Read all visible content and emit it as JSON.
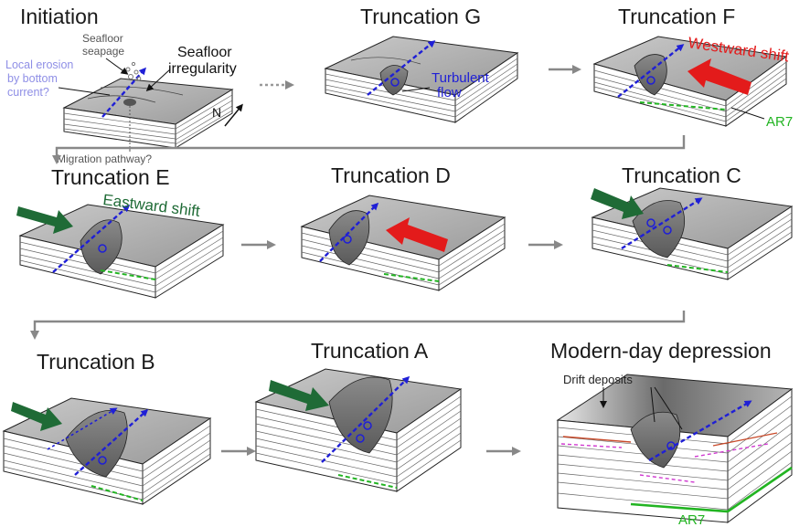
{
  "panels": {
    "initiation": "Initiation",
    "truncation_g": "Truncation G",
    "truncation_f": "Truncation F",
    "truncation_e": "Truncation E",
    "truncation_d": "Truncation D",
    "truncation_c": "Truncation C",
    "truncation_b": "Truncation B",
    "truncation_a": "Truncation A",
    "modern": "Modern-day depression"
  },
  "labels": {
    "seafloor_seapage_1": "Seafloor",
    "seafloor_seapage_2": "seapage",
    "seafloor_irregularity_1": "Seafloor",
    "seafloor_irregularity_2": "irregularity",
    "local_erosion_1": "Local erosion",
    "local_erosion_2": "by bottom",
    "local_erosion_3": "current?",
    "north": "N",
    "migration_pathway": "Migration pathway?",
    "turbulent_1": "Turbulent",
    "turbulent_2": "flow",
    "westward_shift": "Westward shift",
    "eastward_shift": "Eastward shift",
    "ar7_f": "AR7",
    "drift_deposits": "Drift deposits",
    "ar7_modern": "AR7"
  },
  "colors": {
    "flow_arrow": "#1f1fd6",
    "westward_arrow": "#e31b1b",
    "eastward_arrow": "#1f6b36",
    "ar7_horizon": "#22b422",
    "erosion_text": "#8f8fe6",
    "seafloor_gray": "#a8a8a8",
    "flow_connector": "#888888"
  }
}
